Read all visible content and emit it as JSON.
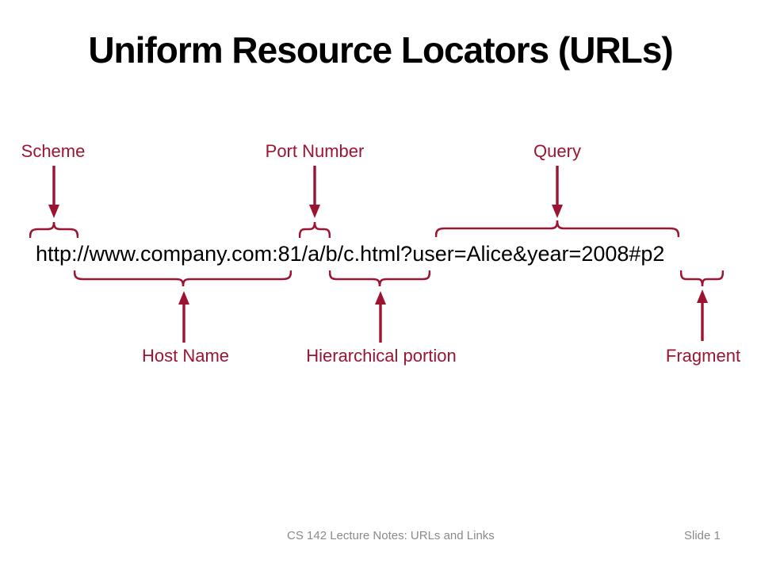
{
  "title": "Uniform Resource Locators (URLs)",
  "url": "http://www.company.com:81/a/b/c.html?user=Alice&year=2008#p2",
  "annotations": {
    "top": [
      {
        "label": "Scheme"
      },
      {
        "label": "Port Number"
      },
      {
        "label": "Query"
      }
    ],
    "bottom": [
      {
        "label": "Host Name"
      },
      {
        "label": "Hierarchical portion"
      },
      {
        "label": "Fragment"
      }
    ]
  },
  "footer": {
    "left": "CS 142 Lecture Notes: URLs and Links",
    "right": "Slide 1"
  },
  "colors": {
    "annotation": "#9B1432",
    "title": "#000000",
    "url": "#000000",
    "footer": "#8A8A8A"
  }
}
